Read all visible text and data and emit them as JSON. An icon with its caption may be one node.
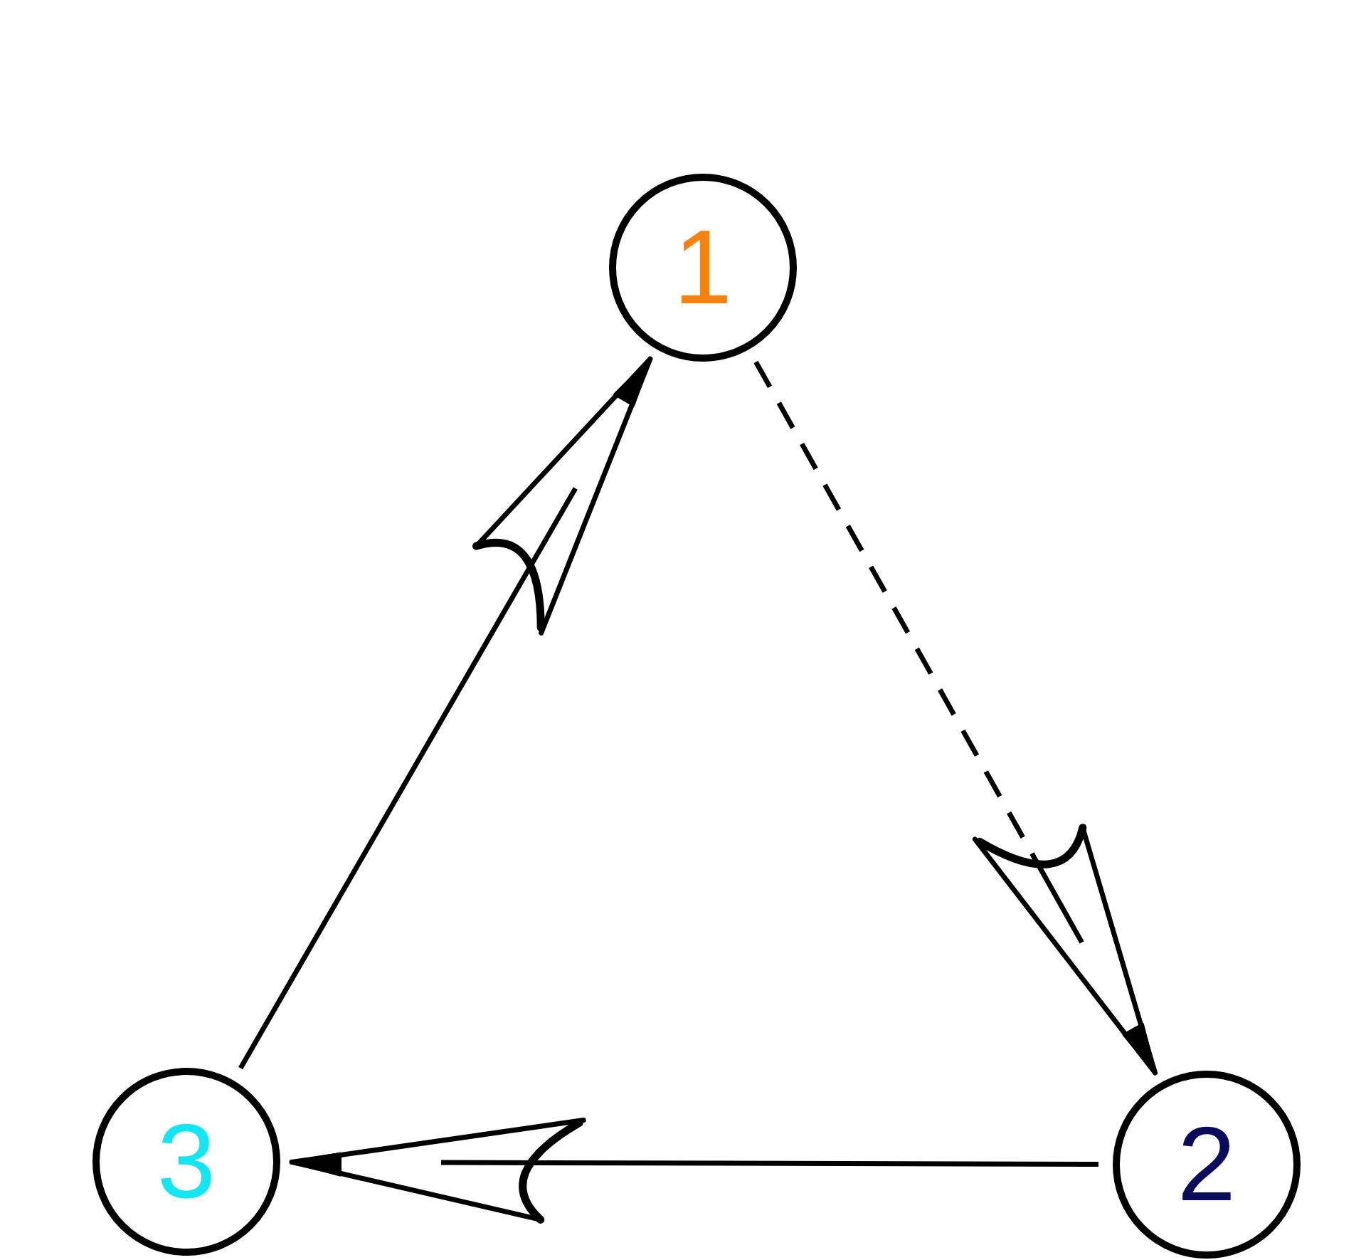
{
  "diagram": {
    "nodes": [
      {
        "text": [
          "1"
        ]
      },
      {
        "text": [
          "2"
        ]
      },
      {
        "text": [
          "3"
        ]
      }
    ],
    "edges": [
      {
        "from": 0,
        "to": 1,
        "arrow": "to",
        "style": "dashed"
      },
      {
        "from": 1,
        "to": 2,
        "arrow": "to"
      },
      {
        "from": 2,
        "to": 0,
        "arrow": "to"
      }
    ]
  }
}
